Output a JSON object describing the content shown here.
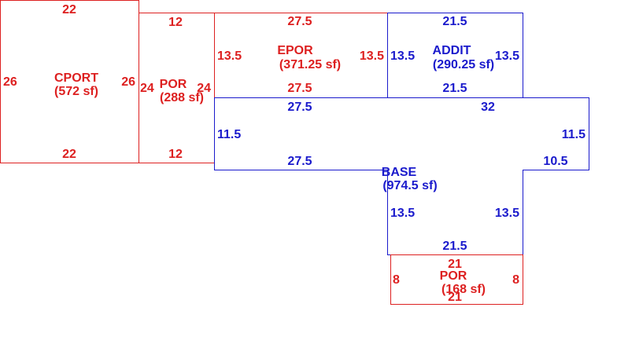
{
  "colors": {
    "red": "#dd2020",
    "blue": "#1a1acc",
    "background": "#ffffff"
  },
  "areas": [
    {
      "id": "cport",
      "color": "red",
      "name": "CPORT",
      "area_label": "(572 sf)",
      "dims": {
        "top": "22",
        "bottom": "22",
        "left": "26",
        "right": "26"
      }
    },
    {
      "id": "por-left",
      "color": "red",
      "name": "POR",
      "area_label": "(288 sf)",
      "dims": {
        "top": "12",
        "bottom": "12",
        "left": "24",
        "right": "24"
      }
    },
    {
      "id": "epor",
      "color": "red",
      "name": "EPOR",
      "area_label": "(371.25 sf)",
      "dims": {
        "top": "27.5",
        "bottom": "27.5",
        "left": "13.5",
        "right": "13.5"
      }
    },
    {
      "id": "addit",
      "color": "blue",
      "name": "ADDIT",
      "area_label": "(290.25 sf)",
      "dims": {
        "top": "21.5",
        "bottom": "21.5",
        "left": "13.5",
        "right": "13.5"
      }
    },
    {
      "id": "base",
      "color": "blue",
      "name": "BASE",
      "area_label": "(974.5 sf)",
      "dims": {
        "top_left": "27.5",
        "top_right": "32",
        "left": "11.5",
        "right": "11.5",
        "bottom_left": "27.5",
        "notch": "10.5",
        "lower_left": "13.5",
        "lower_right": "13.5",
        "bottom": "21.5"
      }
    },
    {
      "id": "por-bottom",
      "color": "red",
      "name": "POR",
      "area_label": "(168 sf)",
      "dims": {
        "top": "21",
        "bottom": "21",
        "left": "8",
        "right": "8"
      }
    }
  ]
}
